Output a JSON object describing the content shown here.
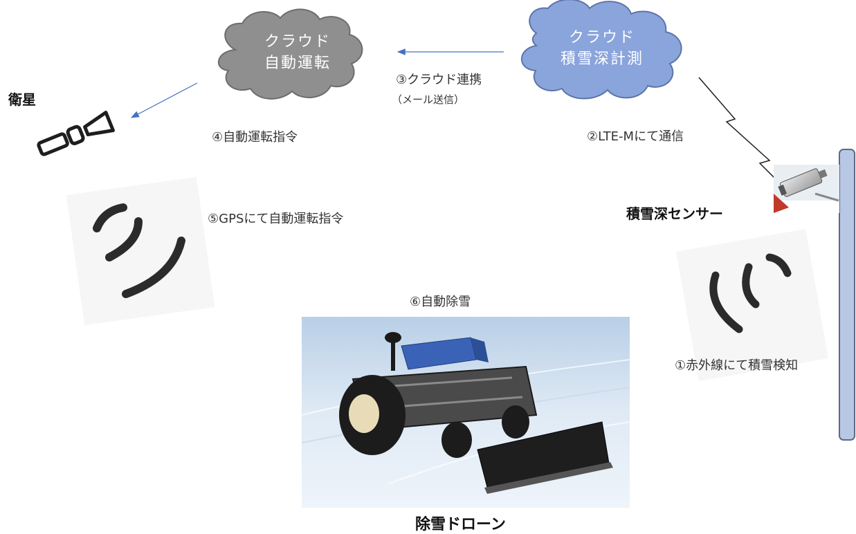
{
  "clouds": {
    "auto_drive": {
      "line1": "クラウド",
      "line2": "自動運転",
      "fill": "#8f8f8f",
      "text_color": "#ffffff"
    },
    "snow_depth": {
      "line1": "クラウド",
      "line2": "積雪深計測",
      "fill": "#8aa4dc",
      "text_color": "#ffffff"
    }
  },
  "labels": {
    "satellite": "衛星",
    "snow_sensor": "積雪深センサー",
    "snow_drone": "除雪ドローン",
    "step1": "①赤外線にて積雪検知",
    "step2": "②LTE-Mにて通信",
    "step3": "③クラウド連携",
    "step3_sub": "（メール送信）",
    "step4": "④自動運転指令",
    "step5": "⑤GPSにて自動運転指令",
    "step6": "⑥自動除雪"
  },
  "colors": {
    "arrow": "#4472c4",
    "pole": "#b8c8e4",
    "pole_border": "#5a6a86",
    "icon_dark": "#2b2b2b"
  }
}
